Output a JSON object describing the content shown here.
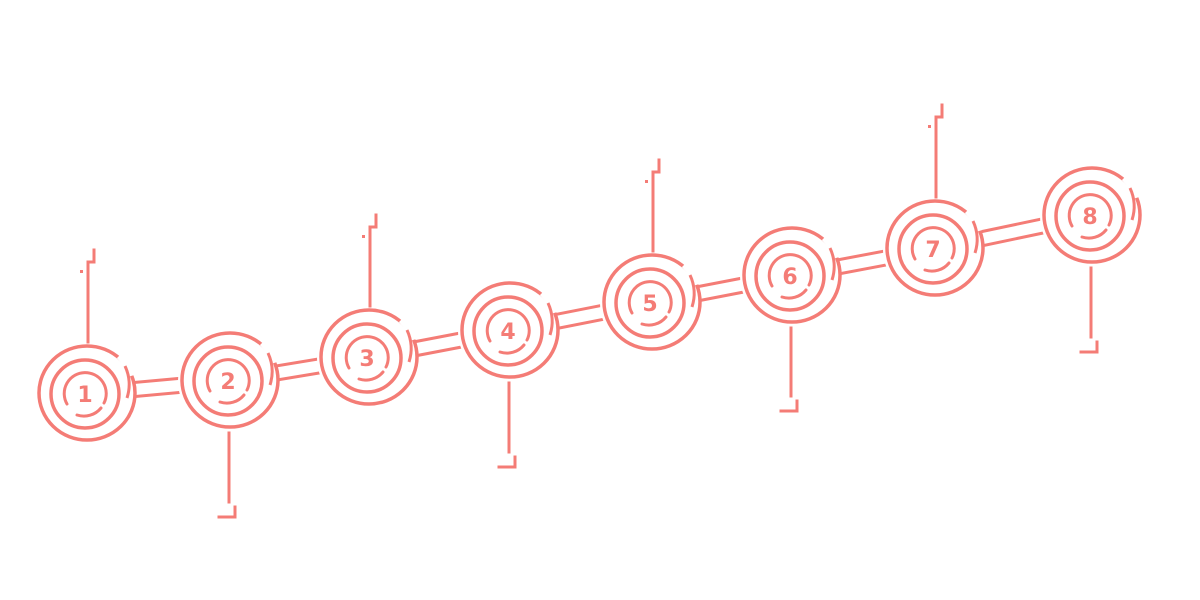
{
  "diagram": {
    "accent_color": "#f47c76",
    "background_color": "#ffffff",
    "steps": [
      {
        "label": "1",
        "callout": "up"
      },
      {
        "label": "2",
        "callout": "down"
      },
      {
        "label": "3",
        "callout": "up"
      },
      {
        "label": "4",
        "callout": "down"
      },
      {
        "label": "5",
        "callout": "up"
      },
      {
        "label": "6",
        "callout": "down"
      },
      {
        "label": "7",
        "callout": "up"
      },
      {
        "label": "8",
        "callout": "down"
      }
    ]
  }
}
